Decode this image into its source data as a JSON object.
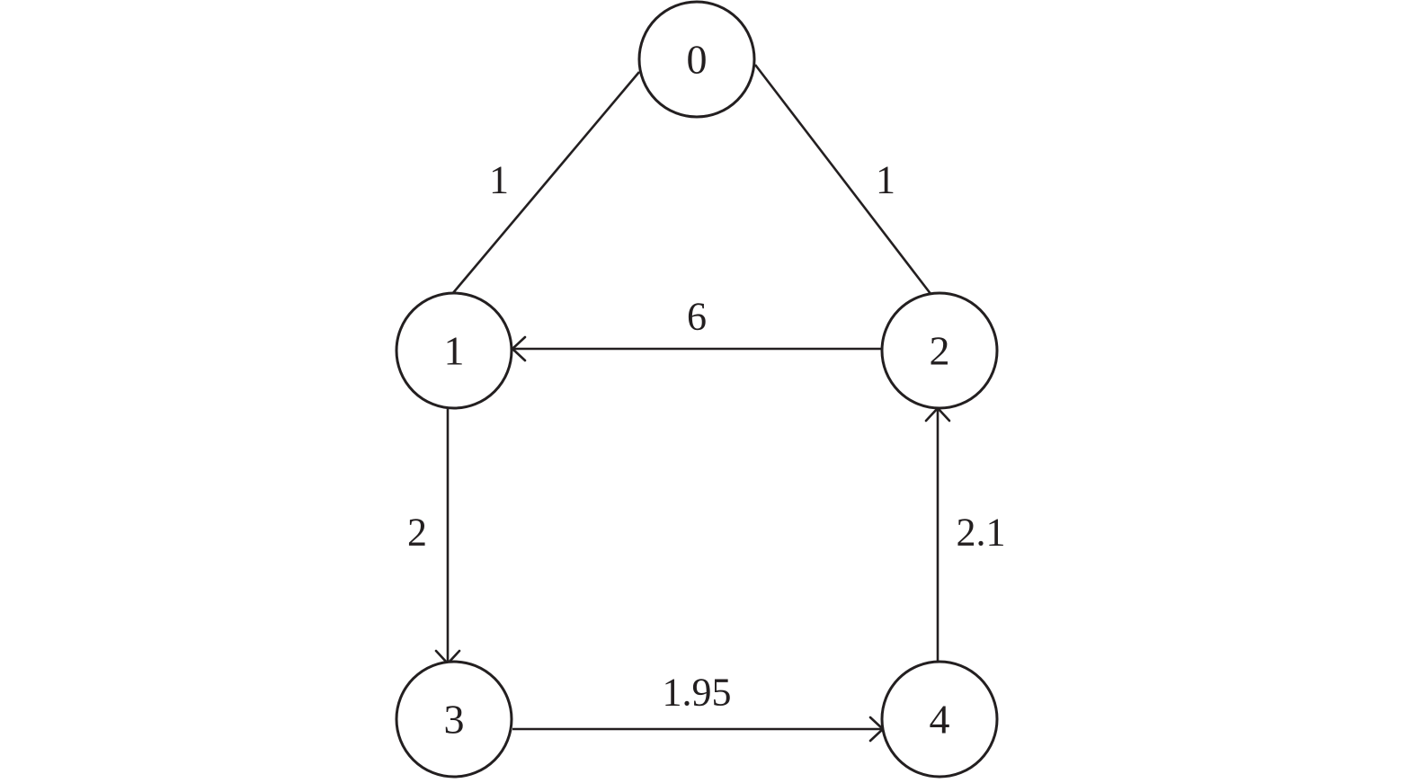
{
  "nodes": [
    {
      "id": "0",
      "label": "0"
    },
    {
      "id": "1",
      "label": "1"
    },
    {
      "id": "2",
      "label": "2"
    },
    {
      "id": "3",
      "label": "3"
    },
    {
      "id": "4",
      "label": "4"
    }
  ],
  "edges": [
    {
      "from": "0",
      "to": "1",
      "directed": false,
      "label": "1"
    },
    {
      "from": "0",
      "to": "2",
      "directed": false,
      "label": "1"
    },
    {
      "from": "2",
      "to": "1",
      "directed": true,
      "label": "6"
    },
    {
      "from": "1",
      "to": "3",
      "directed": true,
      "label": "2"
    },
    {
      "from": "3",
      "to": "4",
      "directed": true,
      "label": "1.95"
    },
    {
      "from": "4",
      "to": "2",
      "directed": true,
      "label": "2.1"
    }
  ],
  "colors": {
    "stroke": "#231f20",
    "background": "#ffffff"
  }
}
